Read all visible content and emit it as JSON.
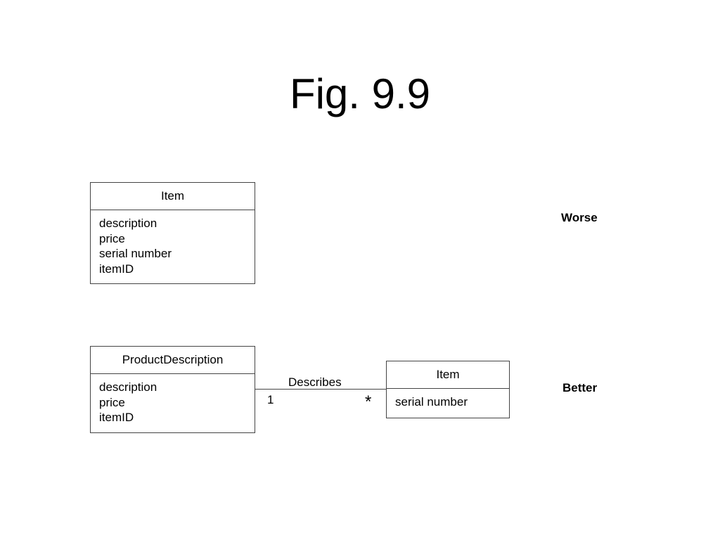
{
  "title": "Fig. 9.9",
  "worse_model": {
    "class_name": "Item",
    "attributes": [
      "description",
      "price",
      "serial number",
      "itemID"
    ],
    "verdict": "Worse"
  },
  "better_model": {
    "left_class": {
      "name": "ProductDescription",
      "attributes": [
        "description",
        "price",
        "itemID"
      ]
    },
    "right_class": {
      "name": "Item",
      "attributes": [
        "serial number"
      ]
    },
    "association": {
      "label": "Describes",
      "left_multiplicity": "1",
      "right_multiplicity": "*"
    },
    "verdict": "Better"
  }
}
